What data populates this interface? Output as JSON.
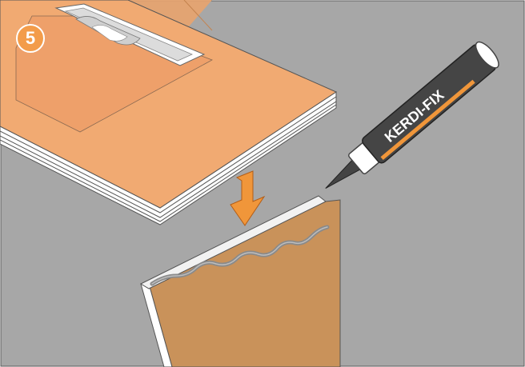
{
  "step": {
    "number": "5"
  },
  "tube": {
    "label": "KERDI-FIX"
  },
  "colors": {
    "background": "#a7a7a7",
    "board_top": "#f1aa72",
    "board_layers": "#ffffff",
    "panel_face": "#c9925a",
    "arrow": "#f0963a",
    "adhesive": "#8a8a8a",
    "tube_body": "#444444",
    "tube_stripe": "#f0963a",
    "badge": "#f39c4a"
  },
  "icons": {
    "step_badge": "circle-number-5",
    "direction": "arrow-down-icon",
    "tool": "adhesive-tube-icon"
  }
}
